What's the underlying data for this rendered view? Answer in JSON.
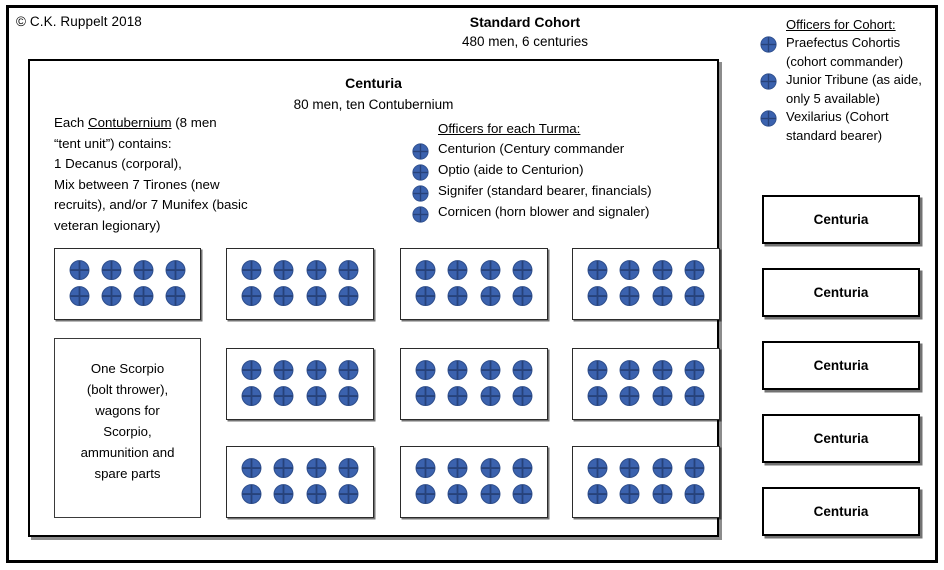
{
  "copyright": "© C.K. Ruppelt 2018",
  "cohort": {
    "title": "Standard Cohort",
    "subtitle": "480 men, 6 centuries"
  },
  "cohort_officers": {
    "title": "Officers for Cohort:",
    "items": [
      {
        "icon": "soldier-dot-icon",
        "text": "Praefectus Cohortis (cohort commander)"
      },
      {
        "icon": "soldier-dot-icon",
        "text": "Junior Tribune (as aide, only 5 available)"
      },
      {
        "icon": "soldier-dot-icon",
        "text": "Vexilarius (Cohort standard bearer)"
      }
    ]
  },
  "centuria": {
    "title": "Centuria",
    "subtitle": "80 men, ten Contubernium",
    "description_lines": [
      "Each Contubernium (8 men",
      "“tent unit”) contains:",
      "1 Decanus (corporal),",
      "Mix between 7 Tirones (new",
      "recruits), and/or 7 Munifex (basic",
      "veteran legionary)"
    ],
    "description_underlined_word": "Contubernium",
    "turma_officers": {
      "title": "Officers for each Turma:",
      "items": [
        {
          "icon": "soldier-dot-icon",
          "text": "Centurion (Century commander"
        },
        {
          "icon": "soldier-dot-icon",
          "text": "Optio (aide to Centurion)"
        },
        {
          "icon": "soldier-dot-icon",
          "text": "Signifer (standard bearer, financials)"
        },
        {
          "icon": "soldier-dot-icon",
          "text": "Cornicen (horn blower and signaler)"
        }
      ]
    },
    "scorpio_box": {
      "lines": [
        "One Scorpio",
        "(bolt thrower),",
        "wagons for",
        "Scorpio,",
        "ammunition and",
        "spare parts"
      ]
    },
    "unit_boxes": [
      {
        "id": "unit-1",
        "dots": 8
      },
      {
        "id": "unit-2",
        "dots": 8
      },
      {
        "id": "unit-3",
        "dots": 8
      },
      {
        "id": "unit-4",
        "dots": 8
      },
      {
        "id": "unit-5",
        "dots": 8
      },
      {
        "id": "unit-6",
        "dots": 8
      },
      {
        "id": "unit-7",
        "dots": 8
      },
      {
        "id": "unit-8",
        "dots": 8
      },
      {
        "id": "unit-9",
        "dots": 8
      }
    ]
  },
  "centuria_chips": [
    {
      "label": "Centuria"
    },
    {
      "label": "Centuria"
    },
    {
      "label": "Centuria"
    },
    {
      "label": "Centuria"
    },
    {
      "label": "Centuria"
    }
  ],
  "colors": {
    "dot_fill": "#3B62AE",
    "dot_stroke": "#2E4E8C",
    "dot_cross": "#27427A",
    "border": "#000000",
    "background": "#FFFFFF"
  }
}
